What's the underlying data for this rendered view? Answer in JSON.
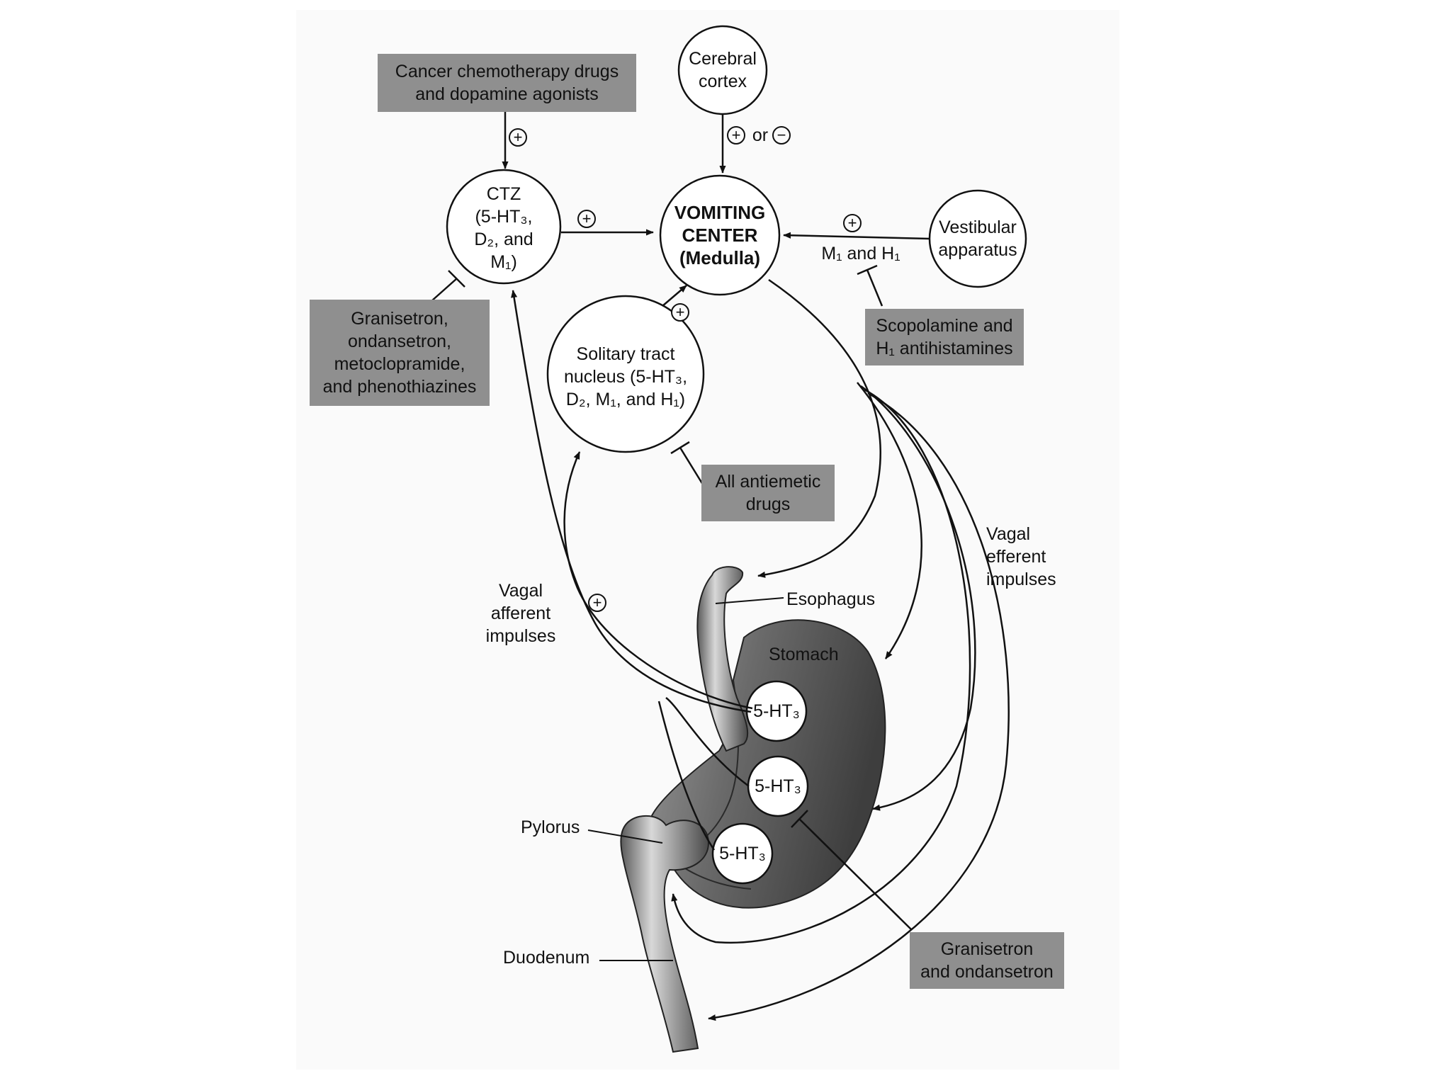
{
  "nodes": {
    "cerebral_cortex": {
      "line1": "Cerebral",
      "line2": "cortex"
    },
    "ctz": {
      "line1": "CTZ",
      "line2": "(5-HT₃,",
      "line3": "D₂, and",
      "line4": "M₁)"
    },
    "vomiting_center": {
      "line1": "VOMITING",
      "line2": "CENTER",
      "line3": "(Medulla)"
    },
    "vestibular": {
      "line1": "Vestibular",
      "line2": "apparatus"
    },
    "solitary_tract": {
      "line1": "Solitary tract",
      "line2": "nucleus (5-HT₃,",
      "line3": "D₂, M₁, and H₁)"
    },
    "receptor_1": "5-HT₃",
    "receptor_2": "5-HT₃",
    "receptor_3": "5-HT₃"
  },
  "drug_boxes": {
    "chemo": {
      "line1": "Cancer chemotherapy drugs",
      "line2": "and dopamine agonists"
    },
    "ctz_antagonists": {
      "line1": "Granisetron,",
      "line2": "ondansetron,",
      "line3": "metoclopramide,",
      "line4": "and phenothiazines"
    },
    "scopolamine": {
      "line1": "Scopolamine and",
      "line2": "H₁ antihistamines"
    },
    "all_antiemetic": {
      "line1": "All antiemetic",
      "line2": "drugs"
    },
    "gut_antagonists": {
      "line1": "Granisetron",
      "line2": "and ondansetron"
    }
  },
  "edge_labels": {
    "plus": "+",
    "minus": "−",
    "or": "or",
    "m1_h1": "M₁ and H₁"
  },
  "anatomy": {
    "esophagus": "Esophagus",
    "stomach": "Stomach",
    "pylorus": "Pylorus",
    "duodenum": "Duodenum"
  },
  "pathway_labels": {
    "afferent": {
      "line1": "Vagal",
      "line2": "afferent",
      "line3": "impulses"
    },
    "efferent": {
      "line1": "Vagal",
      "line2": "efferent",
      "line3": "impulses"
    }
  },
  "colors": {
    "drug_box": "#8f8f8f",
    "stomach": "#6e6e6e",
    "line": "#111111"
  }
}
